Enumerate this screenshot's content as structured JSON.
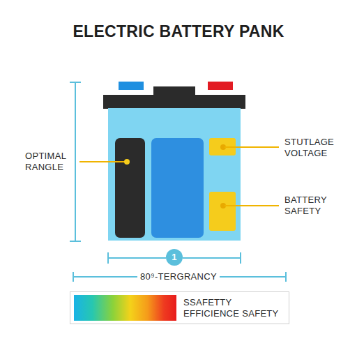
{
  "diagram": {
    "title": "ELECTRIC BATTERY PANK",
    "nodes": [
      {
        "text": [
          "SSAFETTY EFFICIENCE SAFETY"
        ]
      }
    ],
    "labels": [
      "OPTIMAL RANGLE",
      "STUTLAGE VOLTAGE",
      "BATTERY SAFETY",
      "1",
      "80⁹-TERGRANCY"
    ]
  }
}
